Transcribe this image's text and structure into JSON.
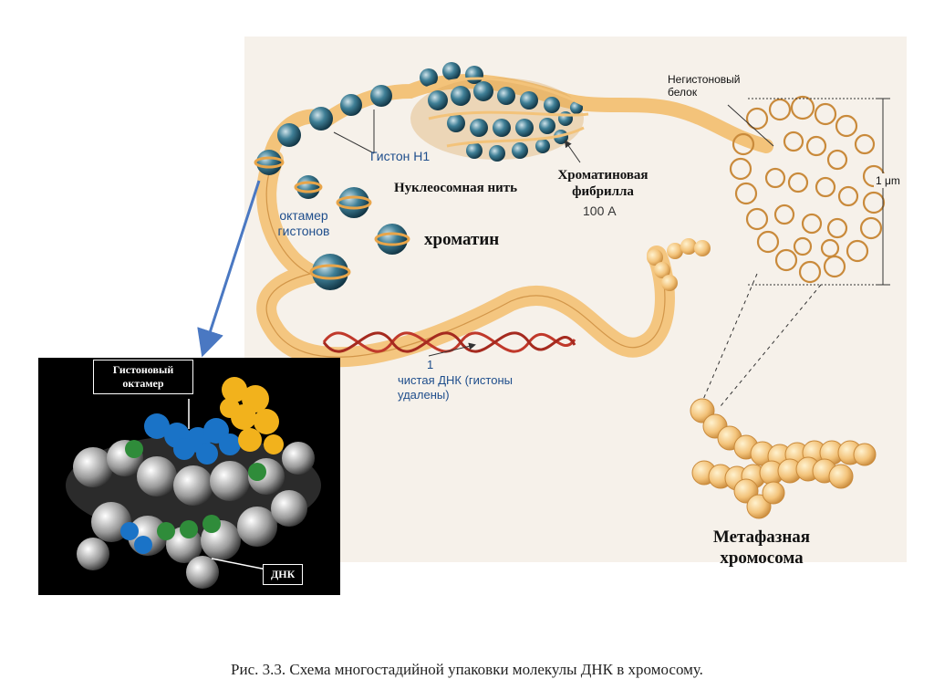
{
  "labels": {
    "histone_h1": "Гистон H1",
    "nucleosome_string": "Нуклеосомная нить",
    "chromatin_fibril": "Хроматиновая фибрилла",
    "fibril_size": "100 А",
    "histone_octamer": "октамер гистонов",
    "chromatin": "хроматин",
    "nonhistone_protein": "Негистоновый белок",
    "scale": "1 μm",
    "naked_dna_index": "1",
    "naked_dna": "чистая ДНК (гистоны удалены)",
    "metaphase_chromosome": "Метафазная хромосома",
    "inset_octamer": "Гистоновый октамер",
    "inset_dna": "ДНК"
  },
  "caption": "Рис. 3.3. Схема многостадийной упаковки молекулы ДНК в хромосому.",
  "colors": {
    "fiber": "#f3c37a",
    "fiber_dark": "#c98a3b",
    "nucleosome": "#2f6f86",
    "dna_helix": "#c0392b",
    "arrow": "#4a78c2",
    "inset_bg": "#000000",
    "inset_yellow": "#f2b21c",
    "inset_blue": "#1a73c7",
    "inset_green": "#2f8c3a"
  }
}
